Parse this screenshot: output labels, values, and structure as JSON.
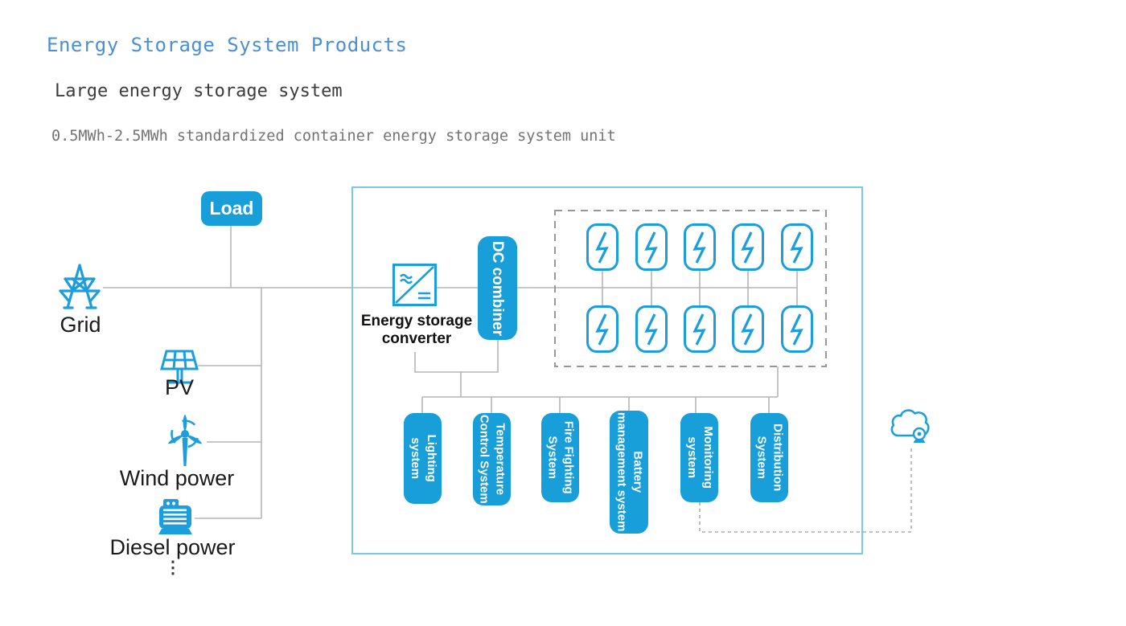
{
  "header": {
    "title": "Energy Storage System Products",
    "subtitle": "Large energy storage system",
    "description": "0.5MWh-2.5MWh standardized container energy storage system unit"
  },
  "sources": {
    "grid": {
      "label": "Grid",
      "icon": "transmission-tower-icon"
    },
    "pv": {
      "label": "PV",
      "icon": "solar-panel-icon"
    },
    "wind": {
      "label": "Wind power",
      "icon": "wind-turbine-icon"
    },
    "diesel": {
      "label": "Diesel power",
      "icon": "diesel-generator-icon"
    },
    "more_ellipsis": "⋮"
  },
  "load": {
    "label": "Load"
  },
  "converter": {
    "label": "Energy storage\nconverter",
    "icon": "ac-dc-converter-icon"
  },
  "dc_combiner": {
    "label": "DC combiner"
  },
  "battery_array": {
    "rows": 2,
    "columns": 5,
    "cell_icon": "lightning-bolt-icon"
  },
  "subsystems": [
    {
      "label": "Lighting\nsystem"
    },
    {
      "label": "Temperature\nControl System"
    },
    {
      "label": "Fire Fighting\nSystem"
    },
    {
      "label": "Battery\nmanagement system"
    },
    {
      "label": "Monitoring\nsystem"
    },
    {
      "label": "Distribution\nSystem"
    }
  ],
  "cloud": {
    "icon": "cloud-monitoring-icon"
  },
  "colors": {
    "accent_blue": "#189ed8",
    "icon_blue": "#1c9edd",
    "title_blue": "#4a90d5",
    "container_border": "#76c9e8",
    "line_gray": "#b5b5b5",
    "dashed_gray": "#999999"
  }
}
